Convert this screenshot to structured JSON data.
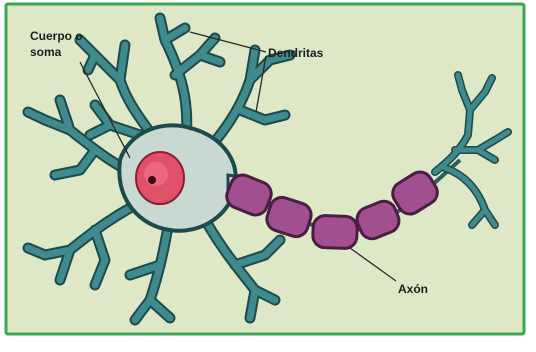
{
  "diagram": {
    "labels": {
      "soma_line1": "Cuerpo o",
      "soma_line2": "soma",
      "dendrites": "Dendritas",
      "axon": "Axón"
    }
  },
  "colors": {
    "background": "#dfe8c6",
    "border": "#3aa852",
    "dendrite_fill": "#3f8a8c",
    "dendrite_stroke": "#1d4a4c",
    "cell_body": "#c9d8d0",
    "nucleus": "#e0526a",
    "nucleolus": "#3a0d12",
    "axon_segment": "#a14f8e",
    "axon_segment_stroke": "#4a1e42",
    "leader_line": "#2a2a2a"
  }
}
